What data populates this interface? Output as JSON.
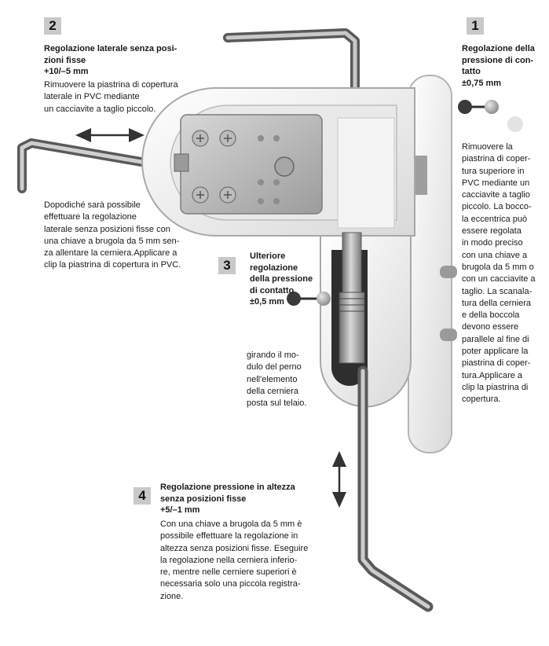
{
  "sections": [
    {
      "number": "1",
      "title_lines": [
        "Regolazione della",
        "pressione di con-",
        "tatto",
        "±0,75 mm"
      ],
      "body_lines": [
        "Rimuovere la",
        "piastrina di coper-",
        "tura superiore in",
        "PVC mediante un",
        "cacciavite a taglio",
        "piccolo. La bocco-",
        "la eccentrica può",
        "essere regolata",
        "in modo preciso",
        "con una chiave a",
        "brugola da 5 mm o",
        "con un cacciavite a",
        "taglio. La scanala-",
        "tura della cerniera",
        "e della boccola",
        "devono essere",
        "parallele al fine di",
        "poter applicare la",
        "piastrina di coper-",
        "tura.Applicare a",
        "clip la piastrina di",
        "copertura."
      ]
    },
    {
      "number": "2",
      "title_lines": [
        "Regolazione laterale senza posi-",
        "zioni fisse",
        "+10/–5 mm"
      ],
      "body_lines": [
        "Rimuovere la piastrina di copertura",
        "laterale in PVC mediante",
        "un cacciavite a taglio piccolo."
      ],
      "body2_lines": [
        "Dopodiché sarà possibile",
        "effettuare la regolazione",
        "laterale senza posizioni fisse con",
        "una chiave a brugola da 5 mm sen-",
        "za allentare la cerniera.Applicare a",
        "clip la piastrina di copertura in PVC."
      ]
    },
    {
      "number": "3",
      "title_lines": [
        "Ulteriore",
        "regolazione",
        "della pressione",
        "di contatto",
        "±0,5 mm"
      ],
      "body_lines": [
        "girando il mo-",
        "dulo del perno",
        "nell'elemento",
        "della cerniera",
        "posta sul telaio."
      ]
    },
    {
      "number": "4",
      "title_lines": [
        "Regolazione pressione in altezza",
        "senza posizioni fisse",
        "+5/–1 mm"
      ],
      "body_lines": [
        "Con una chiave a brugola da 5 mm è",
        "possibile effettuare la regolazione in",
        "altezza senza posizioni fisse. Eseguire",
        "la regolazione nella cerniera inferio-",
        "re, mentre nelle cerniere superiori è",
        "necessaria solo una piccola registra-",
        "zione."
      ]
    }
  ],
  "colors": {
    "badge": "#c9c9c9",
    "text": "#1a1a1a",
    "arrow": "#3a3a3a"
  }
}
